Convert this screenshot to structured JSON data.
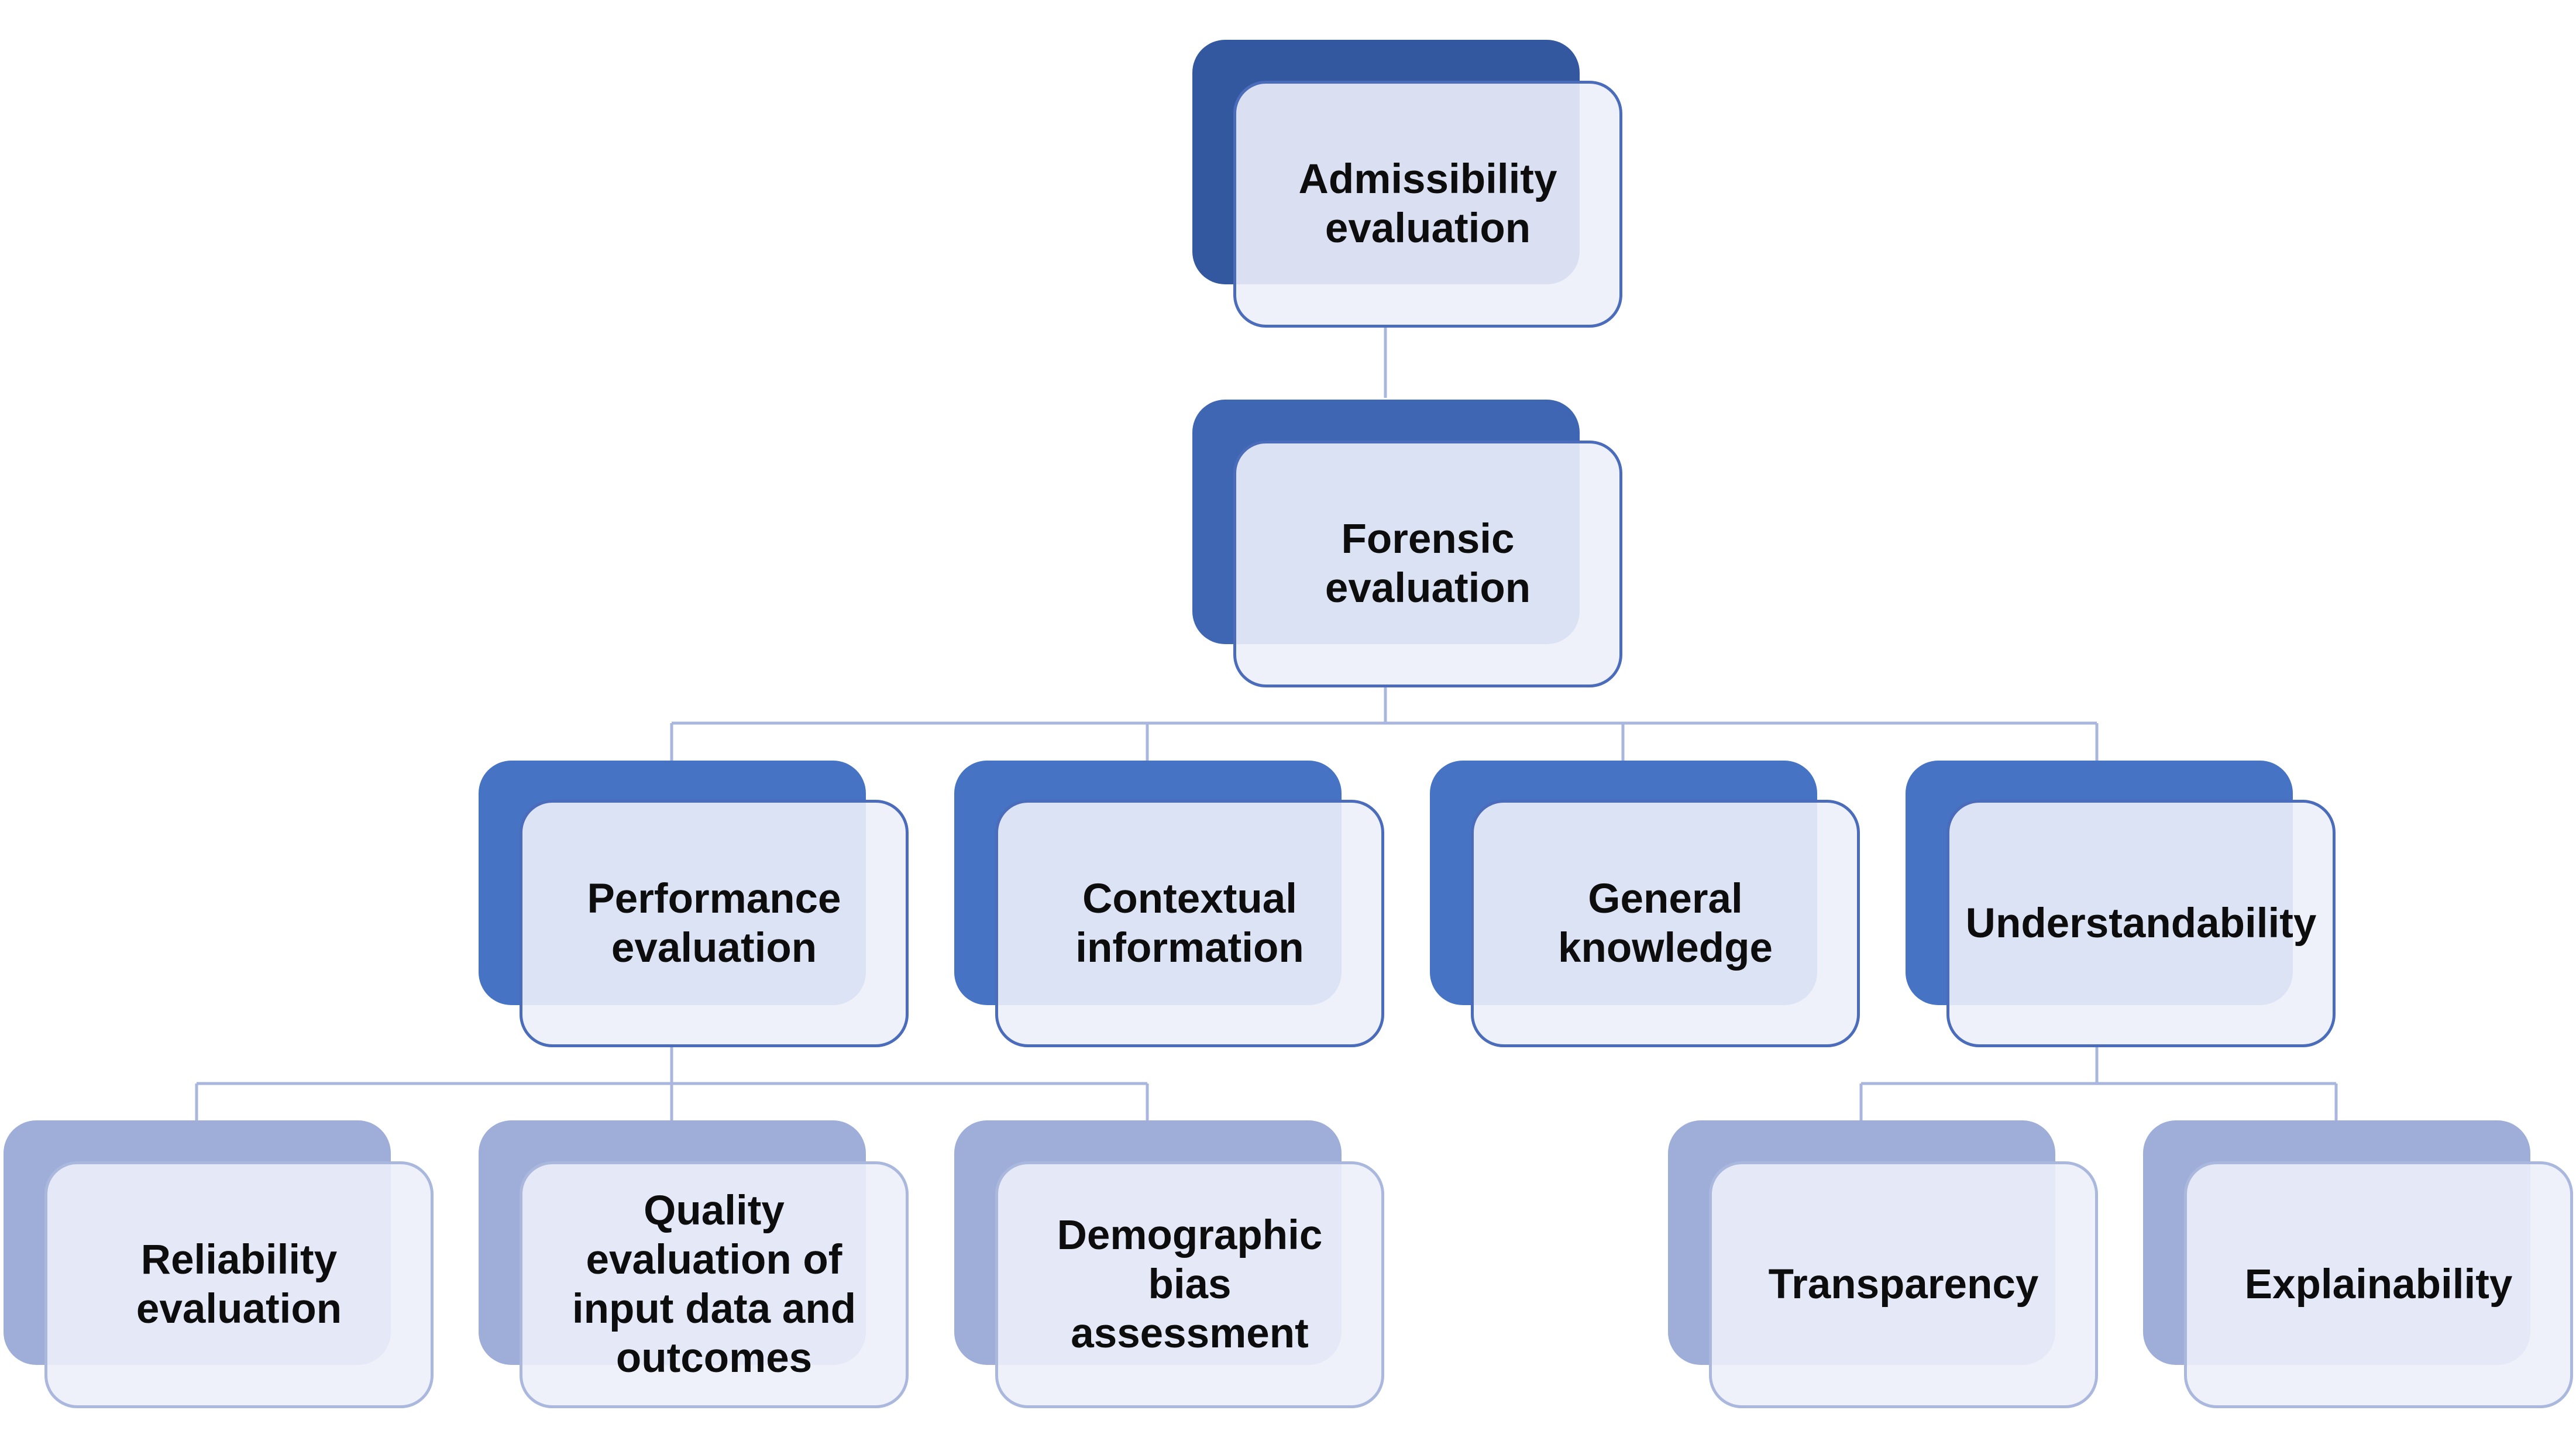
{
  "colors": {
    "level0_fill": "#3458a0",
    "level1_fill": "#3f66b3",
    "level2_fill": "#4673c4",
    "level3_fill": "#9eaed9",
    "card_fill": "#edf0f9",
    "card_border_dark": "#4a6cba",
    "card_border_light": "#aab8de",
    "connector": "#a9b7de",
    "text": "#0d0d0d"
  },
  "nodes": {
    "admissibility": {
      "label": "Admissibility\nevaluation"
    },
    "forensic": {
      "label": "Forensic\nevaluation"
    },
    "performance": {
      "label": "Performance\nevaluation"
    },
    "contextual": {
      "label": "Contextual\ninformation"
    },
    "general": {
      "label": "General\nknowledge"
    },
    "understandability": {
      "label": "Understandability"
    },
    "reliability": {
      "label": "Reliability\nevaluation"
    },
    "quality": {
      "label": "Quality\nevaluation of\ninput data and\noutcomes"
    },
    "demographic": {
      "label": "Demographic bias\nassessment"
    },
    "transparency": {
      "label": "Transparency"
    },
    "explainability": {
      "label": "Explainability"
    }
  }
}
